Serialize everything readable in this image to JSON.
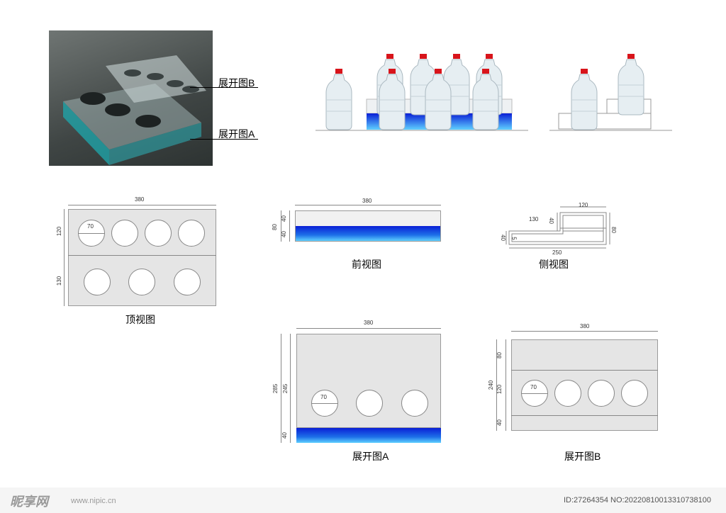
{
  "photo_labels": {
    "b": "展开图B",
    "a": "展开图A"
  },
  "top_view": {
    "title": "顶视图",
    "width": "380",
    "h1": "120",
    "h2": "130",
    "hole": "70"
  },
  "front_view": {
    "title": "前视图",
    "width": "380",
    "total": "80",
    "upper": "40",
    "lower": "40"
  },
  "side_view": {
    "title": "侧视图",
    "top": "120",
    "step": "130",
    "total_w": "250",
    "h_step": "40",
    "h_total": "80",
    "h_low": "40",
    "thick": "5"
  },
  "unfold_a": {
    "title": "展开图A",
    "width": "380",
    "h_total": "285",
    "h_upper": "245",
    "h_lower": "40",
    "hole": "70"
  },
  "unfold_b": {
    "title": "展开图B",
    "width": "380",
    "h_total": "240",
    "h_top": "80",
    "h_mid": "120",
    "h_bottom": "40",
    "hole": "70"
  },
  "footer": {
    "logo": "昵享网",
    "url": "www.nipic.cn",
    "id": "ID:27264354 NO:20220810013310738100"
  },
  "colors": {
    "blue_top": "#0a1fd6",
    "blue_bottom": "#5fd0ff",
    "cap_red": "#d8141b",
    "panel_gray": "#e5e5e5"
  }
}
